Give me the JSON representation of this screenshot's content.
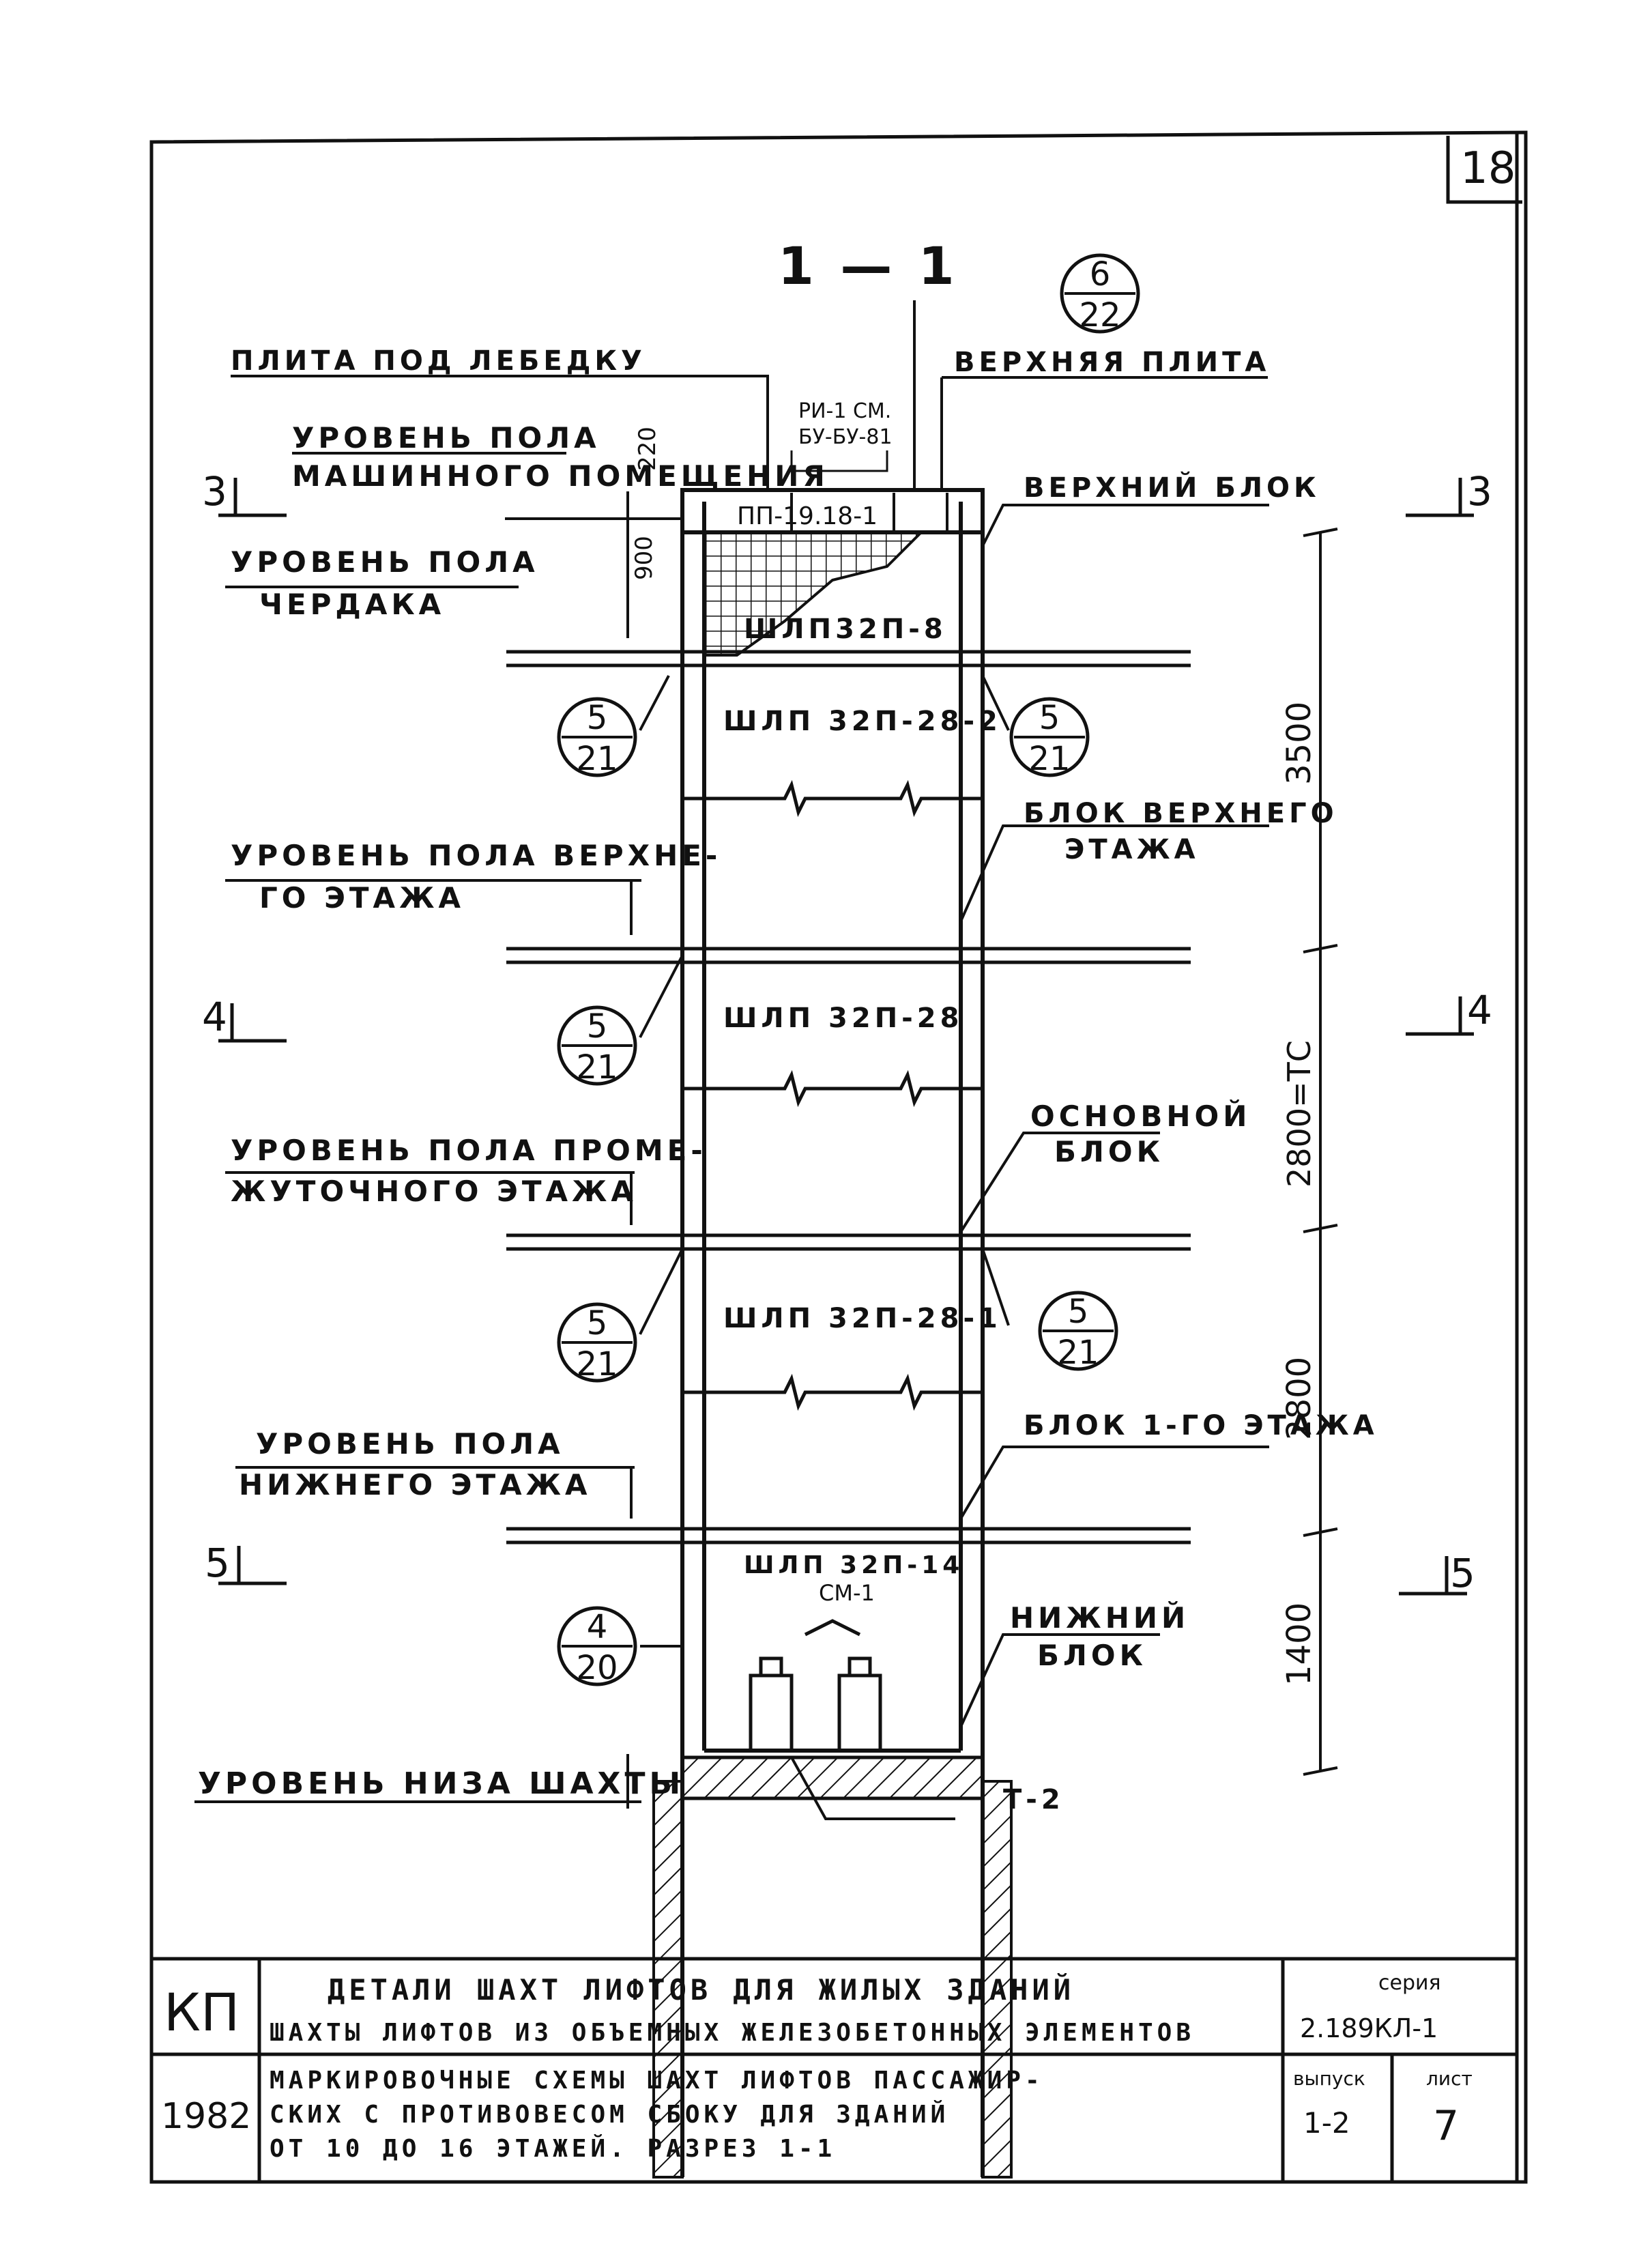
{
  "sheet": {
    "page_number": "18",
    "section_title": "1 — 1"
  },
  "callouts": [
    {
      "top": "6",
      "bottom": "22"
    },
    {
      "top": "5",
      "bottom": "21"
    },
    {
      "top": "5",
      "bottom": "21"
    },
    {
      "top": "5",
      "bottom": "21"
    },
    {
      "top": "5",
      "bottom": "21"
    },
    {
      "top": "5",
      "bottom": "21"
    },
    {
      "top": "4",
      "bottom": "20"
    }
  ],
  "labels": {
    "slab_under_winch": "ПЛИТА ПОД ЛЕБЕДКУ",
    "top_slab": "ВЕРХНЯЯ ПЛИТА",
    "ref_line1": "РИ-1 СМ.",
    "ref_line2": "БУ-БУ-81",
    "slab_mark": "ПП-19.18-1",
    "machine_room_floor_1": "УРОВЕНЬ ПОЛА",
    "machine_room_floor_2": "МАШИННОГО ПОМЕЩЕНИЯ",
    "attic_floor_1": "УРОВЕНЬ ПОЛА",
    "attic_floor_2": "ЧЕРДАКА",
    "dim_220": "220",
    "dim_900": "900",
    "top_block": "ВЕРХНИЙ БЛОК",
    "block_top_mark": "ШЛП32П-8",
    "block_upper_mark": "ШЛП 32П-28-2",
    "upper_floor_block_1": "БЛОК ВЕРХНЕГО",
    "upper_floor_block_2": "ЭТАЖА",
    "upper_floor_level_1": "УРОВЕНЬ ПОЛА ВЕРХНЕ-",
    "upper_floor_level_2": "ГО ЭТАЖА",
    "block_mid_mark": "ШЛП 32П-28",
    "main_block_1": "ОСНОВНОЙ",
    "main_block_2": "БЛОК",
    "intermediate_level_1": "УРОВЕНЬ ПОЛА ПРОМЕ-",
    "intermediate_level_2": "ЖУТОЧНОГО ЭТАЖА",
    "block_low_mark": "ШЛП 32П-28-1",
    "first_floor_block": "БЛОК 1-ГО ЭТАЖА",
    "lower_floor_level_1": "УРОВЕНЬ ПОЛА",
    "lower_floor_level_2": "НИЖНЕГО ЭТАЖА",
    "block_bottom_mark": "ШЛП 32П-14",
    "bottom_ref": "СМ-1",
    "bottom_block_1": "НИЖНИЙ",
    "bottom_block_2": "БЛОК",
    "pit_level": "УРОВЕНЬ НИЗА ШАХТЫ",
    "foundation_mark": "Т-2",
    "dim_3500": "3500",
    "dim_2800_typ": "2800=ТС",
    "dim_2800": "2800",
    "dim_1400": "1400",
    "section_mark_3": "3",
    "section_mark_4": "4",
    "section_mark_5": "5"
  },
  "title_block": {
    "org": "КП",
    "year": "1982",
    "title_line1": "ДЕТАЛИ ШАХТ ЛИФТОВ ДЛЯ ЖИЛЫХ ЗДАНИЙ",
    "title_line2": "ШАХТЫ ЛИФТОВ ИЗ ОБЪЕМНЫХ ЖЕЛЕЗОБЕТОННЫХ ЭЛЕМЕНТОВ",
    "desc_line1": "МАРКИРОВОЧНЫЕ СХЕМЫ ШАХТ ЛИФТОВ ПАССАЖИР-",
    "desc_line2": "СКИХ С ПРОТИВОВЕСОМ СБОКУ ДЛЯ ЗДАНИЙ",
    "desc_line3": "ОТ 10 ДО 16 ЭТАЖЕЙ. РАЗРЕЗ 1-1",
    "series_label": "серия",
    "series_value": "2.189КЛ-1",
    "issue_label": "выпуск",
    "issue_value": "1-2",
    "sheet_label": "лист",
    "sheet_value": "7"
  }
}
